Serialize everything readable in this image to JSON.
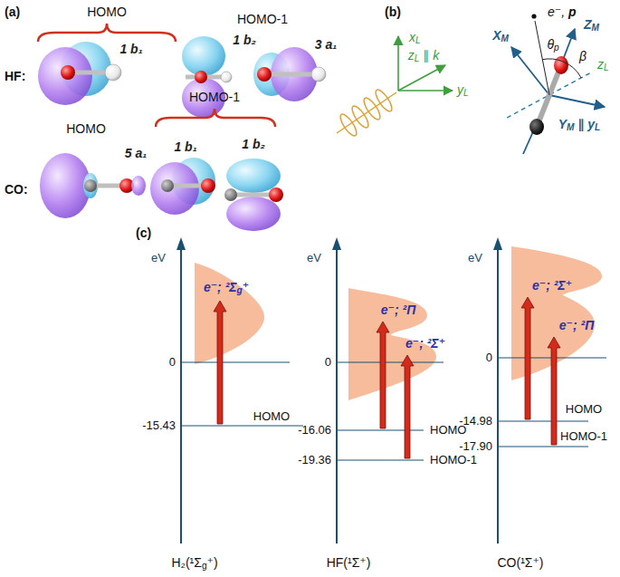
{
  "diagram": {
    "labels": [
      "(a)",
      "HOMO",
      "HOMO-1",
      "1 b₁",
      "1 b₂",
      "3 a₁",
      "HF:",
      "HOMO",
      "HOMO-1",
      "5 a₁",
      "1 b₁",
      "1 b₂",
      "CO:",
      "(b)",
      "xL",
      "zL ∥ k",
      "yL",
      "e⁻, p",
      "θp",
      "XM",
      "ZM",
      "zL",
      "β",
      "YM ∥ yL",
      "(c)",
      "eV",
      "e⁻; ²Σg⁺",
      "0",
      "-15.43",
      "HOMO",
      "eV",
      "e⁻; ²Π",
      "e⁻; ²Σ⁺",
      "0",
      "-16.06",
      "HOMO",
      "-19.36",
      "HOMO-1",
      "eV",
      "e⁻; ²Σ⁺",
      "e⁻; ²Π",
      "0",
      "-14.98",
      "HOMO",
      "-17.90",
      "HOMO-1",
      "H₂(¹Σg⁺)",
      "HF(¹Σ⁺)",
      "CO(¹Σ⁺)"
    ]
  }
}
